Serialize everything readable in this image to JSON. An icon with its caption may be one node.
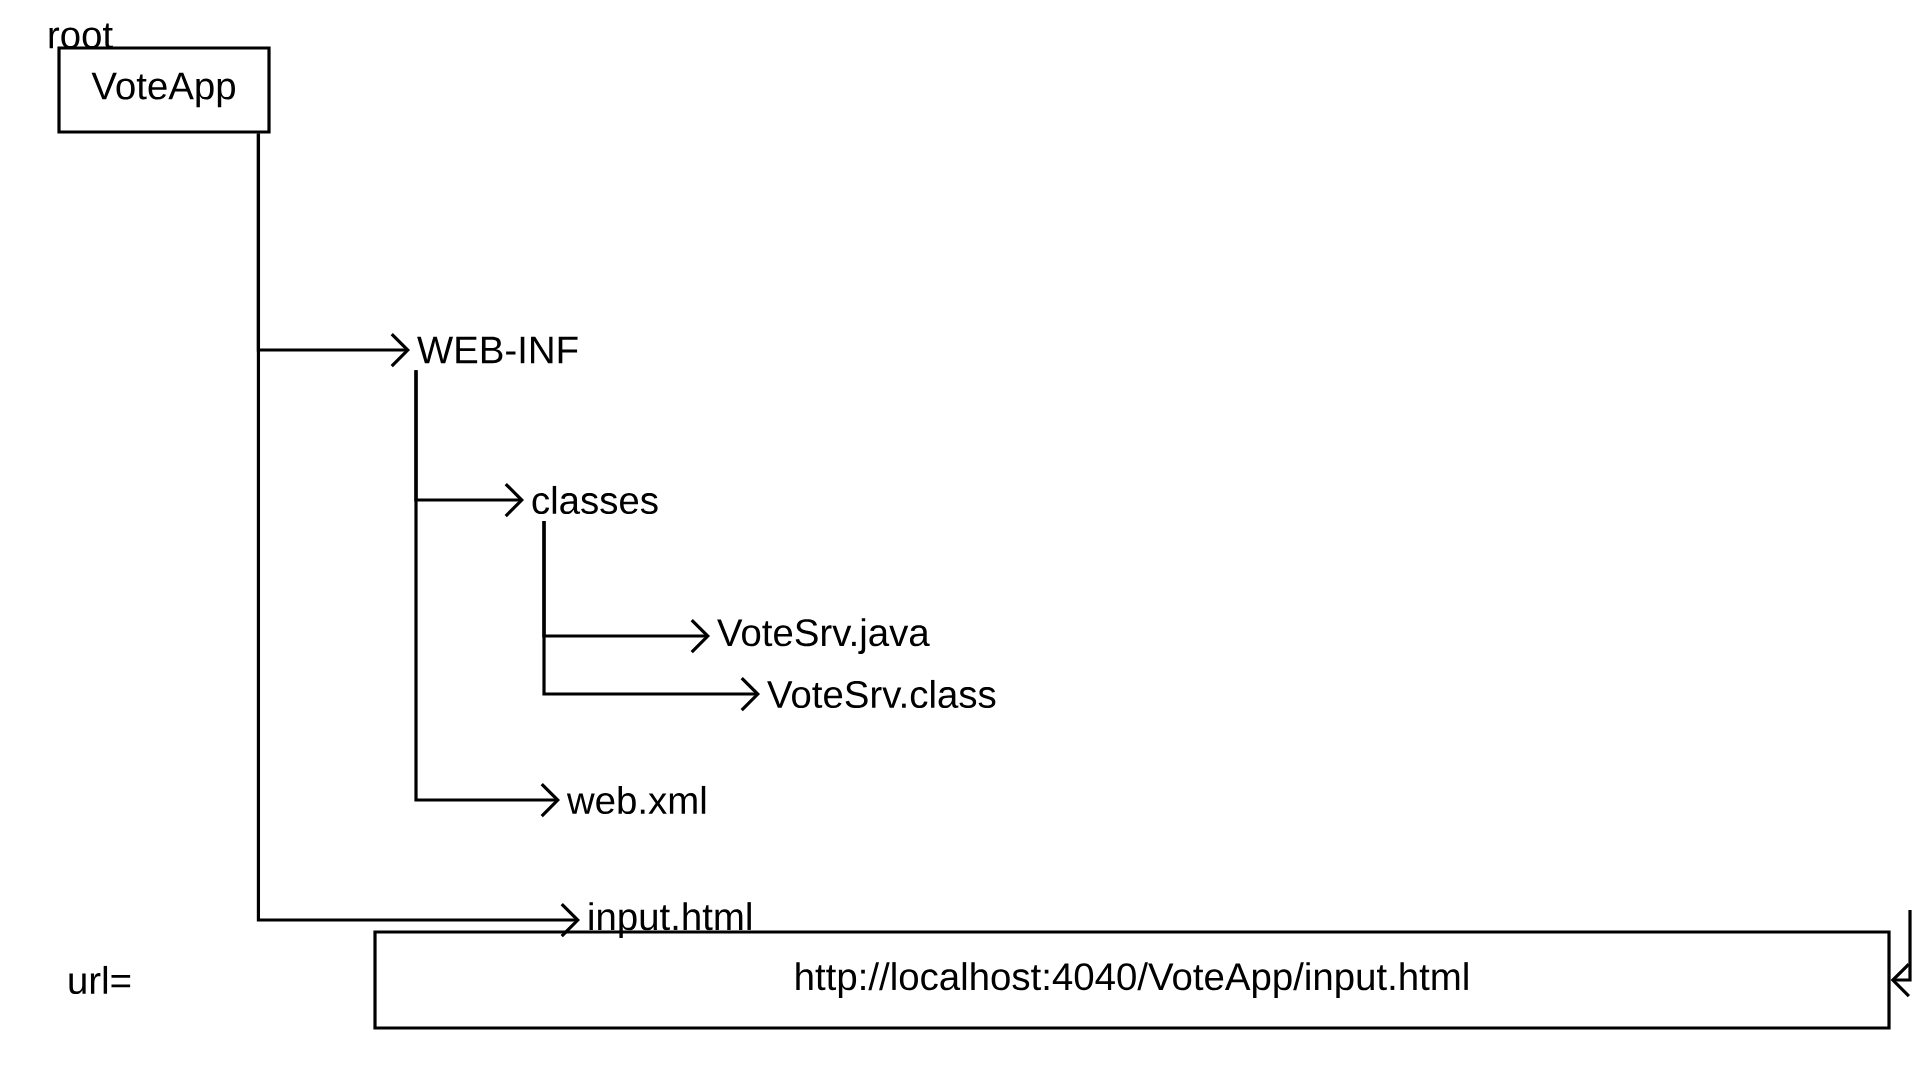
{
  "diagram": {
    "nodes": [
      {
        "text": [
          "VoteApp"
        ]
      },
      {
        "text": [
          "WEB-INF"
        ]
      },
      {
        "text": [
          "classes"
        ]
      },
      {
        "text": [
          "VoteSrv.java"
        ]
      },
      {
        "text": [
          "VoteSrv.class"
        ]
      },
      {
        "text": [
          "web.xml"
        ]
      },
      {
        "text": [
          "input.html"
        ]
      },
      {
        "text": [
          "http://localhost:4040/VoteApp/input.html"
        ]
      }
    ],
    "edges": [
      {
        "from": 0,
        "to": 1,
        "arrow": "to"
      },
      {
        "from": 1,
        "to": 2,
        "arrow": "to"
      },
      {
        "from": 2,
        "to": 3,
        "arrow": "to"
      },
      {
        "from": 2,
        "to": 4,
        "arrow": "to"
      },
      {
        "from": 1,
        "to": 5,
        "arrow": "to"
      },
      {
        "from": 0,
        "to": 6,
        "arrow": "to"
      },
      {
        "from": null,
        "to": 7,
        "arrow": "to"
      }
    ],
    "labels": [
      "root",
      "url="
    ]
  }
}
